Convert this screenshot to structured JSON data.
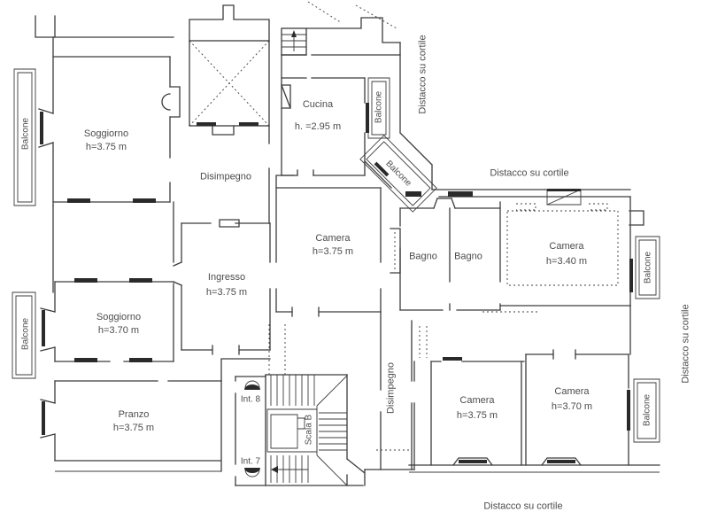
{
  "colors": {
    "background": "#ffffff",
    "line": "#3c3c3c",
    "dark_fitting": "#2a2a2a",
    "text": "#4c4c4c"
  },
  "rooms": {
    "soggiorno_top": {
      "name": "Soggiorno",
      "height": "h=3.75 m"
    },
    "disimpegno_top": {
      "name": "Disimpegno"
    },
    "cucina": {
      "name": "Cucina",
      "height": "h. =2.95 m"
    },
    "camera_center": {
      "name": "Camera",
      "height": "h=3.75 m"
    },
    "bagno_left": {
      "name": "Bagno"
    },
    "bagno_right": {
      "name": "Bagno"
    },
    "camera_right": {
      "name": "Camera",
      "height": "h=3.40 m"
    },
    "ingresso": {
      "name": "Ingresso",
      "height": "h=3.75 m"
    },
    "soggiorno_mid": {
      "name": "Soggiorno",
      "height": "h=3.70 m"
    },
    "pranzo": {
      "name": "Pranzo",
      "height": "h=3.75 m"
    },
    "disimpegno_bottom": {
      "name": "Disimpegno"
    },
    "camera_bottom_left": {
      "name": "Camera",
      "height": "h=3.75 m"
    },
    "camera_bottom_right": {
      "name": "Camera",
      "height": "h=3.70 m"
    }
  },
  "balconies": {
    "top_left": "Balcone",
    "mid_left": "Balcone",
    "kitchen": "Balcone",
    "diagonal": "Balcone",
    "right_upper": "Balcone",
    "right_lower": "Balcone"
  },
  "courtyard_labels": {
    "top_right_vertical": "Distacco su cortile",
    "right_middle": "Distacco su cortile",
    "far_right_vertical": "Distacco su cortile",
    "bottom": "Distacco su cortile"
  },
  "stairwell": {
    "name": "Scala B",
    "unit_top": "Int. 8",
    "unit_bottom": "Int. 7"
  }
}
